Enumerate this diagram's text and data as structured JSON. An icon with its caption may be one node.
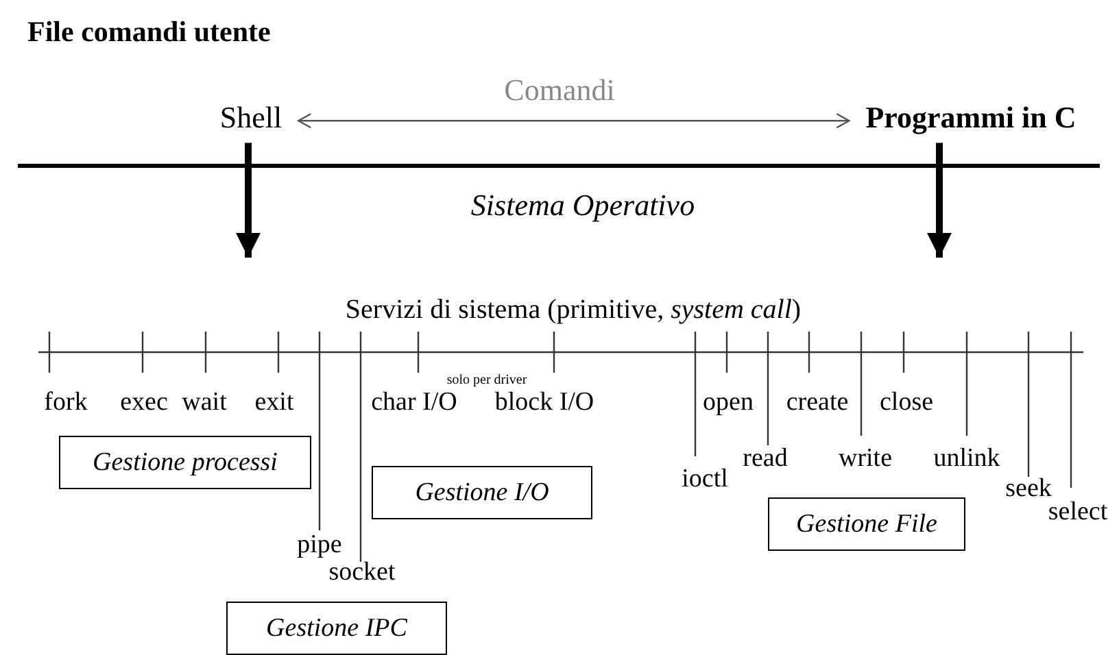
{
  "diagram": {
    "title": "File comandi utente",
    "nodes": [
      {
        "text": [
          "Shell"
        ]
      },
      {
        "text": [
          "Programmi in C"
        ]
      },
      {
        "text": [
          "Gestione processi"
        ]
      },
      {
        "text": [
          "Gestione I/O"
        ]
      },
      {
        "text": [
          "Gestione File"
        ]
      },
      {
        "text": [
          "Gestione IPC"
        ]
      }
    ],
    "edges": [
      {
        "from": 0,
        "to": 1,
        "arrow": "both",
        "label": "Comandi",
        "color": "#555555"
      },
      {
        "from": 0,
        "to": null,
        "arrow": "to"
      },
      {
        "from": 1,
        "to": null,
        "arrow": "to"
      }
    ],
    "labels": [
      "Sistema Operativo",
      "Servizi di sistema (primitive, *system call*)",
      "fork",
      "exec",
      "wait",
      "exit",
      "solo per driver",
      "char I/O",
      "block I/O",
      "open",
      "create",
      "close",
      "ioctl",
      "read",
      "write",
      "unlink",
      "pipe",
      "seek",
      "select",
      "socket"
    ]
  }
}
